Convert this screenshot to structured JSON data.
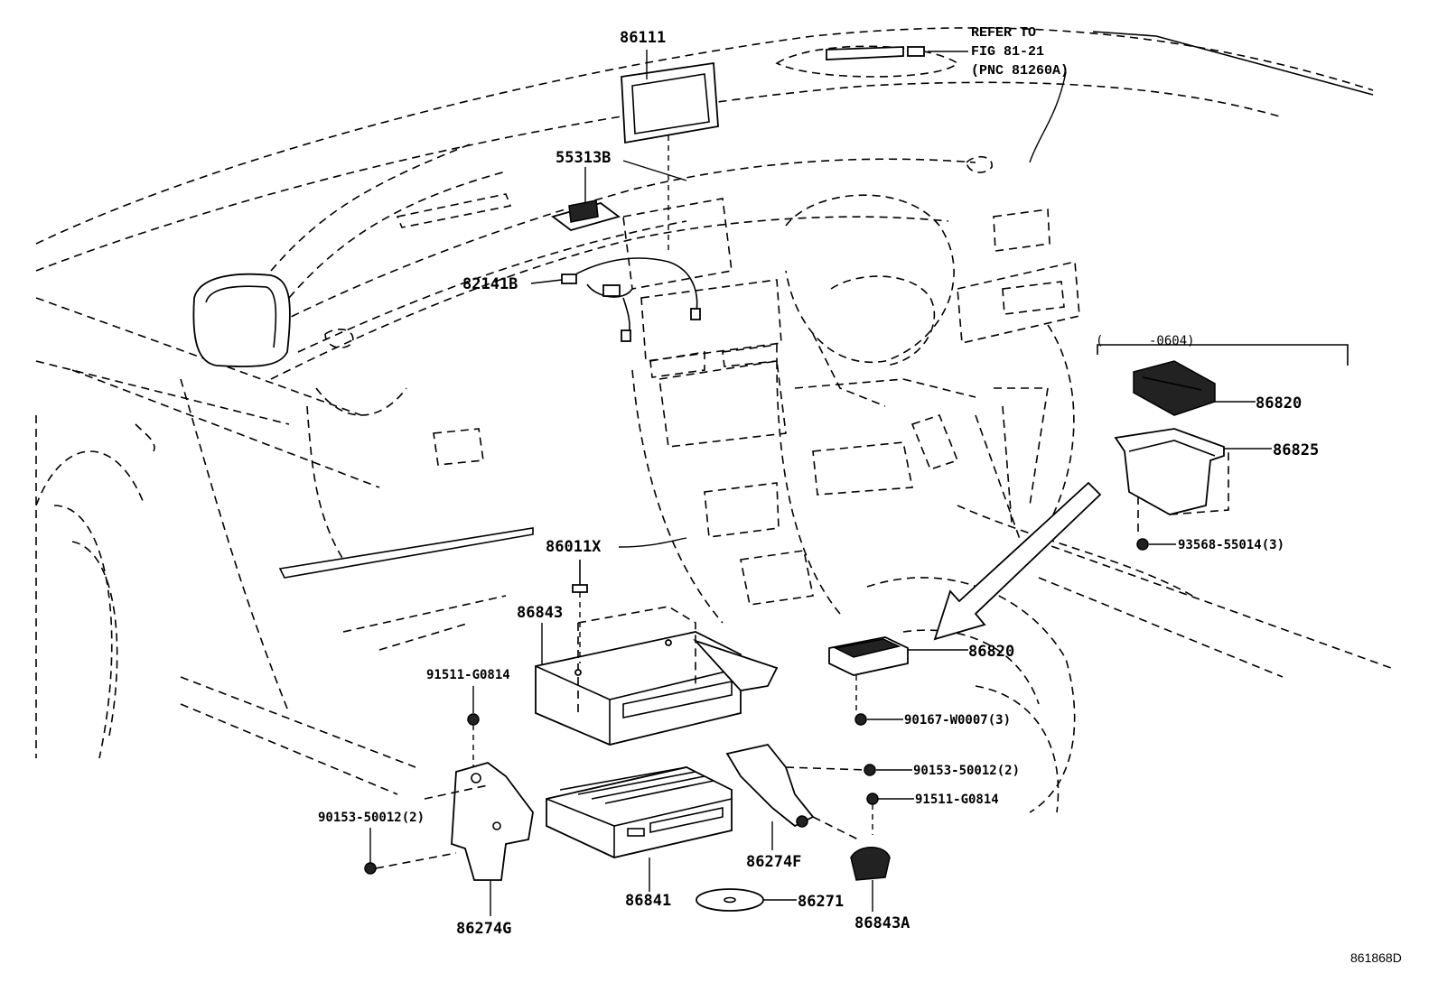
{
  "diagram": {
    "callouts": {
      "c86111": "86111",
      "c55313b": "55313B",
      "c82141b": "82141B",
      "c86820a": "86820",
      "c86825": "86825",
      "c93568": "93568-55014(3)",
      "c86011x": "86011X",
      "c86843": "86843",
      "c91511a": "91511-G0814",
      "c86820b": "86820",
      "c90167": "90167-W0007(3)",
      "c90153a": "90153-50012(2)",
      "c91511b": "91511-G0814",
      "c90153b": "90153-50012(2)",
      "c86274f": "86274F",
      "c86841": "86841",
      "c86271": "86271",
      "c86843a": "86843A",
      "c86274g": "86274G"
    },
    "refer": {
      "line1": "REFER TO",
      "line2": "FIG 81-21",
      "line3": "(PNC 81260A)"
    },
    "date_range": "(      -0604)",
    "figure_code": "861868D"
  }
}
